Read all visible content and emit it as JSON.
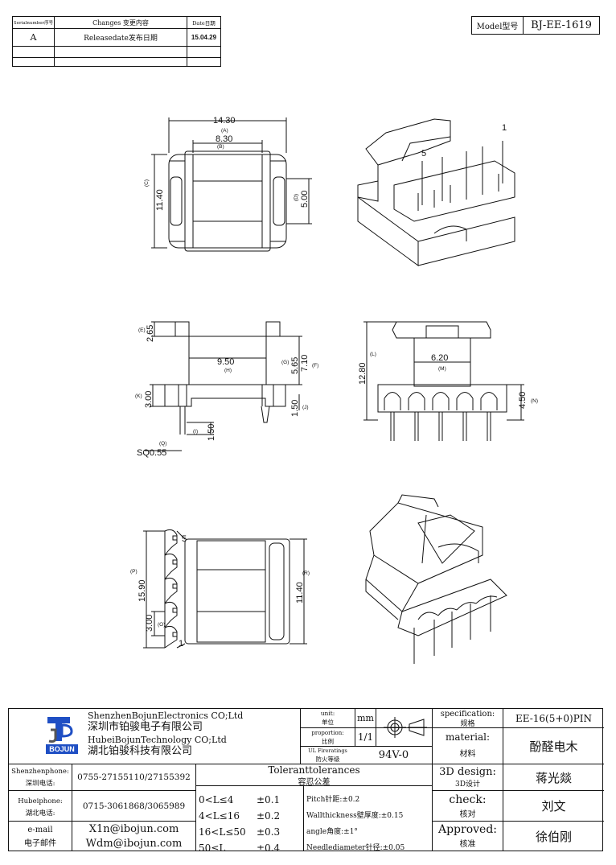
{
  "revision_table": {
    "headers": [
      "Serialnumber序号",
      "Changes 变更内容",
      "Date日期"
    ],
    "rows": [
      [
        "A",
        "Releasedate发布日期",
        "15.04.29"
      ],
      [
        "",
        "",
        ""
      ],
      [
        "",
        "",
        ""
      ]
    ]
  },
  "model": {
    "label": "Model型号",
    "value": "BJ-EE-1619"
  },
  "drawing": {
    "top_view": {
      "dims": [
        "14.30",
        "(A)",
        "8.30",
        "(B)",
        "(C)",
        "11.40",
        "(D)",
        "5.00"
      ]
    },
    "side_view": {
      "dims": [
        "(E)",
        "2.65",
        "9.50",
        "(H)",
        "(G)",
        "5.65",
        "7.10",
        "(F)",
        "(K)",
        "3.00",
        "1.50",
        "(J)",
        "(I)",
        "1.50",
        "(Q)",
        "SQ0.55"
      ]
    },
    "front_view": {
      "dims": [
        "12.80",
        "(L)",
        "6.20",
        "(M)",
        "4.50",
        "(N)"
      ]
    },
    "bottom_view": {
      "dims": [
        "(P)",
        "15.90",
        "3.00",
        "(O)",
        "11.40",
        "(R)"
      ],
      "pin_labels": [
        "5",
        "1"
      ]
    },
    "iso_view": {
      "pin_labels": [
        "1",
        "5"
      ]
    }
  },
  "title_block": {
    "company_en_1": "ShenzhenBojunElectronics CO;Ltd",
    "company_cn_1": "深圳市铂骏电子有限公司",
    "company_en_2": "HubeiBojunTechnology CO;Ltd",
    "company_cn_2": "湖北铂骏科技有限公司",
    "logo_text": "BOJUN",
    "unit_label_en": "unit:",
    "unit_label_cn": "单位",
    "unit_value": "mm",
    "proportion_label_en": "proportion:",
    "proportion_label_cn": "比例",
    "proportion_value": "1/1",
    "fire_label_en": "UL Fireratings",
    "fire_label_cn": "防火等级",
    "fire_value": "94V-0",
    "spec_label_en": "specification:",
    "spec_label_cn": "规格",
    "spec_value": "EE-16(5+0)PIN",
    "material_label_en": "material:",
    "material_label_cn": "材料",
    "material_value": "酚醛电木",
    "design_label_en": "3D design:",
    "design_label_cn": "3D设计",
    "design_value": "蒋光燚",
    "check_label_en": "check:",
    "check_label_cn": "核对",
    "check_value": "刘文",
    "approved_label_en": "Approved:",
    "approved_label_cn": "核准",
    "approved_value": "徐伯刚",
    "sz_phone_label_en": "Shenzhenphone:",
    "sz_phone_label_cn": "深圳电话:",
    "sz_phone": "0755-27155110/27155392",
    "hb_phone_label_en": "Hubeiphone:",
    "hb_phone_label_cn": "湖北电话:",
    "hb_phone": "0715-3061868/3065989",
    "email_label_en": "e-mail",
    "email_label_cn": "电子邮件",
    "email_1": "X1n@ibojun.com",
    "email_2": "Wdm@ibojun.com",
    "tolerances_title": "Toleranttolerances",
    "tolerances_cn": "容忍公差",
    "tolerance_rows": [
      [
        "0<L≤4",
        "±0.1"
      ],
      [
        "4<L≤16",
        "±0.2"
      ],
      [
        "16<L≤50",
        "±0.3"
      ],
      [
        "50≤L",
        "±0.4"
      ]
    ],
    "notes": [
      "Pitch针距:±0.2",
      "Wallthickness壁厚度:±0.15",
      "angle角度:±1°",
      "Needlediameter针径:±0.05"
    ]
  }
}
